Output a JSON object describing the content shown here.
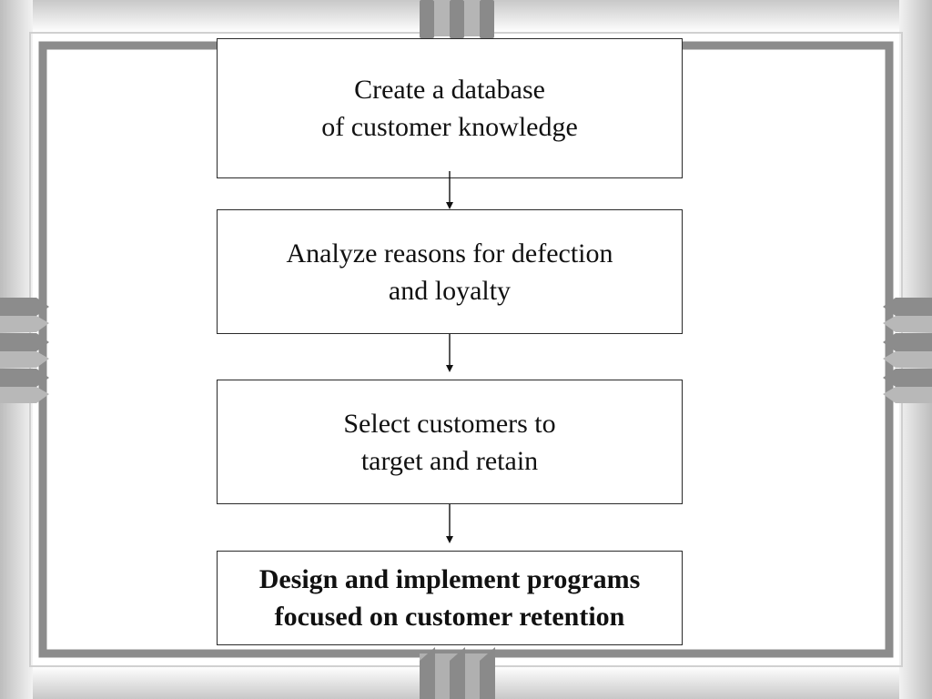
{
  "steps": [
    {
      "line1": "Create a database",
      "line2": "of customer knowledge",
      "bold": false
    },
    {
      "line1": "Analyze reasons for defection",
      "line2": "and loyalty",
      "bold": false
    },
    {
      "line1": "Select customers to",
      "line2": "target and retain",
      "bold": false
    },
    {
      "line1": "Design and implement programs",
      "line2": "focused on customer retention",
      "bold": true
    }
  ],
  "colors": {
    "frame_border": "#8c8c8c",
    "box_border": "#2a2a2a",
    "text": "#111111",
    "background": "#ffffff"
  }
}
